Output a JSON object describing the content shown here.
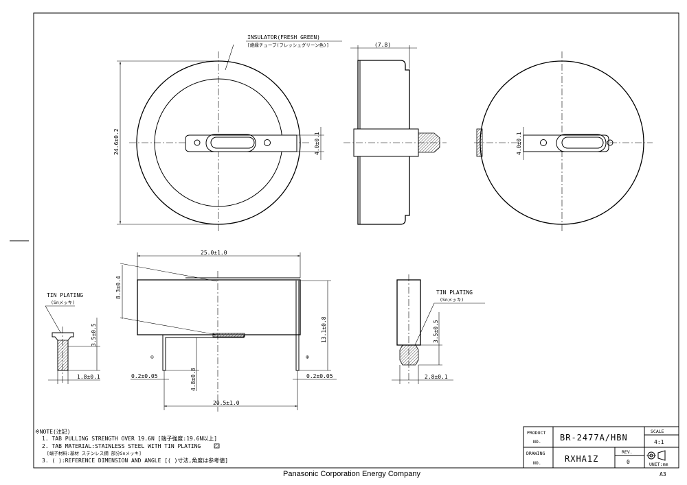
{
  "views": {
    "front": {
      "insulator_label": "INSULATOR(FRESH GREEN)",
      "insulator_label_jp": "[絶縁チューブ(フレッシュグリーン色)]",
      "diameter_dim": "24.6±0.2",
      "tab_width_dim": "4.0±0.1"
    },
    "side": {
      "thickness_dim": "(7.8)"
    },
    "back": {
      "tab_width_dim": "4.0±0.1"
    },
    "bottom": {
      "width_dim": "25.0±1.0",
      "height_dim": "8.3±0.4",
      "pin_height_dim": "13.1±0.8",
      "pin_offset_dim": "4.8±0.8",
      "pin_pitch_dim": "20.5±1.0",
      "left_thickness_dim": "0.2±0.05",
      "right_thickness_dim": "0.2±0.05",
      "minus_symbol": "⊖",
      "plus_symbol": "⊕"
    },
    "detail_left": {
      "label": "TIN PLATING",
      "label_jp": "(Snメッキ)",
      "height_dim": "3.5±0.5",
      "width_dim": "1.8±0.1"
    },
    "detail_right": {
      "label": "TIN PLATING",
      "label_jp": "(Snメッキ)",
      "height_dim": "3.5±0.5",
      "width_dim": "2.8±0.1"
    }
  },
  "notes": {
    "heading": "※NOTE(注記)",
    "items": [
      "1. TAB PULLING STRENGTH OVER 19.6N [端子強度:19.6N以上]",
      "2. TAB MATERIAL:STAINLESS STEEL WITH TIN PLATING",
      "[端子材料:基材 ステンレス鋼 部分Snメッキ]",
      "3. ( ):REFERENCE DIMENSION AND ANGLE [( )寸法,角度は参考値]"
    ]
  },
  "title_block": {
    "product_label": "PRODUCT",
    "product_no_label": "NO.",
    "product_no": "BR-2477A/HBN",
    "scale_label": "SCALE",
    "scale": "4:1",
    "drawing_label": "DRAWING",
    "drawing_no_label": "NO.",
    "drawing_no": "RXHA1Z",
    "rev_label": "REV.",
    "rev": "0",
    "unit_label": "UNIT:mm"
  },
  "company": "Panasonic Corporation   Energy Company",
  "sheet_size": "A3"
}
